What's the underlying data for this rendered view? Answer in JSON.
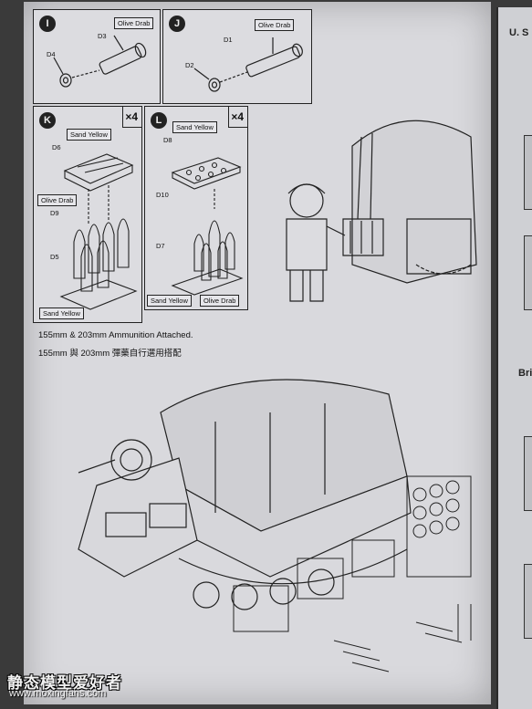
{
  "steps": {
    "I": {
      "badge": "I",
      "paint": "Olive Drab",
      "parts": [
        "D3",
        "D4"
      ]
    },
    "J": {
      "badge": "J",
      "paint": "Olive Drab",
      "parts": [
        "D1",
        "D2"
      ]
    },
    "K": {
      "badge": "K",
      "multiplier": "×4",
      "paint_top": "Sand Yellow",
      "paint_mid": "Olive Drab",
      "paint_bottom": "Sand Yellow",
      "parts": [
        "D6",
        "D9",
        "D5"
      ]
    },
    "L": {
      "badge": "L",
      "multiplier": "×4",
      "paint_top": "Sand Yellow",
      "paint_left": "Sand Yellow",
      "paint_right": "Olive Drab",
      "parts": [
        "D8",
        "D10",
        "D7"
      ]
    }
  },
  "captions": {
    "en": "155mm & 203mm Ammunition Attached.",
    "zh": "155mm 與 203mm 彈藥自行選用搭配"
  },
  "next_page": {
    "title": "U. S",
    "section": "Brit"
  },
  "watermark": {
    "cn": "静态模型爱好者",
    "url": "www.moxingfans.com"
  },
  "colors": {
    "paper": "#d9d9dd",
    "ink": "#222222",
    "background": "#3a3a3a"
  }
}
